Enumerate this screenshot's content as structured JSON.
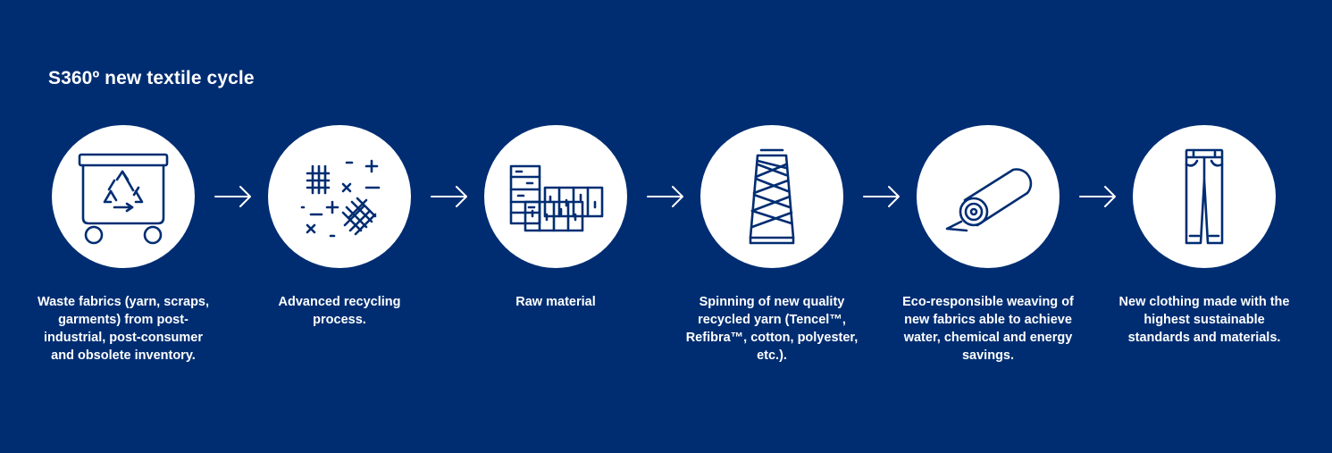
{
  "title": "S360º new textile cycle",
  "steps": [
    {
      "caption": "Waste fabrics (yarn, scraps, garments) from post-industrial, post-consumer and obsolete inventory.",
      "icon": "recycling-bin-icon"
    },
    {
      "caption": "Advanced recycling process.",
      "icon": "fiber-recycling-icon"
    },
    {
      "caption": "Raw material",
      "icon": "fabric-bales-icon"
    },
    {
      "caption": "Spinning of new quality recycled yarn (Tencel™, Refibra™, cotton, polyester, etc.).",
      "icon": "yarn-spool-icon"
    },
    {
      "caption": "Eco-responsible weaving of new fabrics able to achieve water, chemical and energy savings.",
      "icon": "fabric-roll-icon"
    },
    {
      "caption": "New clothing made with the highest sustainable standards and materials.",
      "icon": "jeans-icon"
    }
  ],
  "colors": {
    "background": "#002d72",
    "circle": "#ffffff",
    "text": "#ffffff"
  }
}
